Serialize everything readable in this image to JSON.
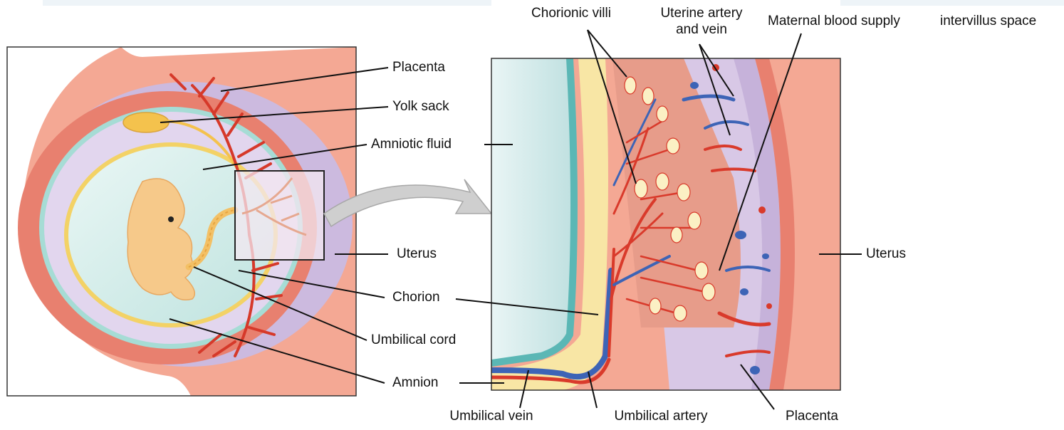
{
  "labels": {
    "placenta_left": "Placenta",
    "yolk_sack": "Yolk sack",
    "amniotic_fluid": "Amniotic fluid",
    "uterus_left": "Uterus",
    "chorion": "Chorion",
    "umbilical_cord": "Umbilical cord",
    "amnion": "Amnion",
    "chorionic_villi": "Chorionic villi",
    "uterine_artery_line1": "Uterine artery",
    "uterine_artery_line2": "and vein",
    "maternal_blood_supply": "Maternal blood supply",
    "intervillus_space": "intervillus space",
    "uterus_right": "Uterus",
    "umbilical_vein": "Umbilical vein",
    "umbilical_artery": "Umbilical artery",
    "placenta_right": "Placenta"
  },
  "colors": {
    "uterus": "#f4a894",
    "uterus_light": "#f9c8b8",
    "placenta_purple": "#c9b6dc",
    "placenta_light": "#e3d8ef",
    "decidua_red": "#e8786a",
    "amnion_teal": "#a9ddd6",
    "amnion_dark": "#5bb7b5",
    "amniotic_fill": "#d3efec",
    "yellow": "#f7dc7a",
    "yellow_light": "#fbeeb5",
    "embryo": "#f6c98a",
    "artery": "#d93a2b",
    "vein": "#3d64b6"
  }
}
